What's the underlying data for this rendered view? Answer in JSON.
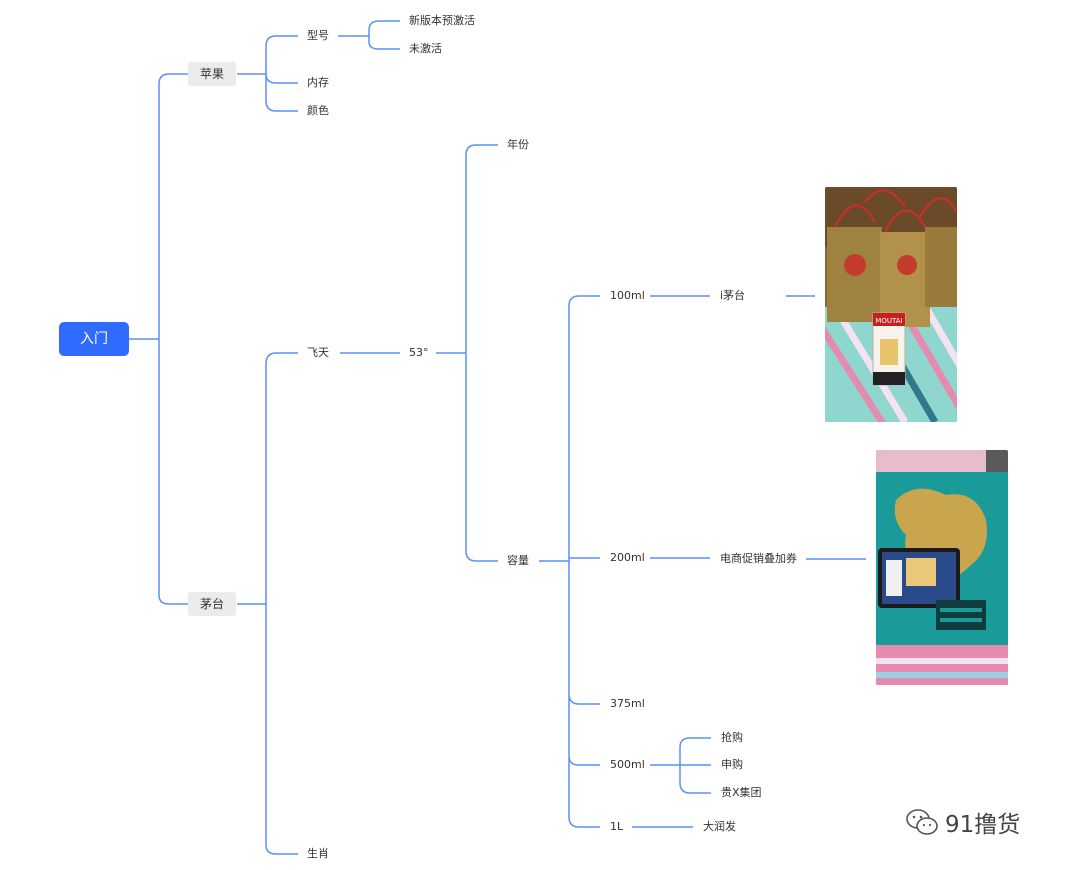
{
  "colors": {
    "line": "#5b8ff9",
    "root_bg": "#2f6bff",
    "branch_bg": "#ebebeb",
    "text": "#333333"
  },
  "root": "入门",
  "apple": {
    "label": "苹果",
    "model": {
      "label": "型号",
      "options": [
        "新版本预激活",
        "未激活"
      ]
    },
    "memory": "内存",
    "color": "颜色"
  },
  "moutai": {
    "label": "茅台",
    "feitian": "飞天",
    "degree": "53°",
    "year": "年份",
    "capacity": "容量",
    "v100": {
      "size": "100ml",
      "channel": "i茅台"
    },
    "v200": {
      "size": "200ml",
      "channel": "电商促销叠加券"
    },
    "v375": "375ml",
    "v500": {
      "size": "500ml",
      "channels": [
        "抢购",
        "申购",
        "贵X集团"
      ]
    },
    "v1l": {
      "size": "1L",
      "channel": "大润发"
    },
    "zodiac": "生肖"
  },
  "photos": {
    "photo1_icon": "moutai-gift-bags-photo",
    "photo1_label": "MOUTAI",
    "photo2_icon": "gift-box-with-phone-photo"
  },
  "watermark": {
    "icon": "wechat-icon",
    "text": "91撸货"
  }
}
